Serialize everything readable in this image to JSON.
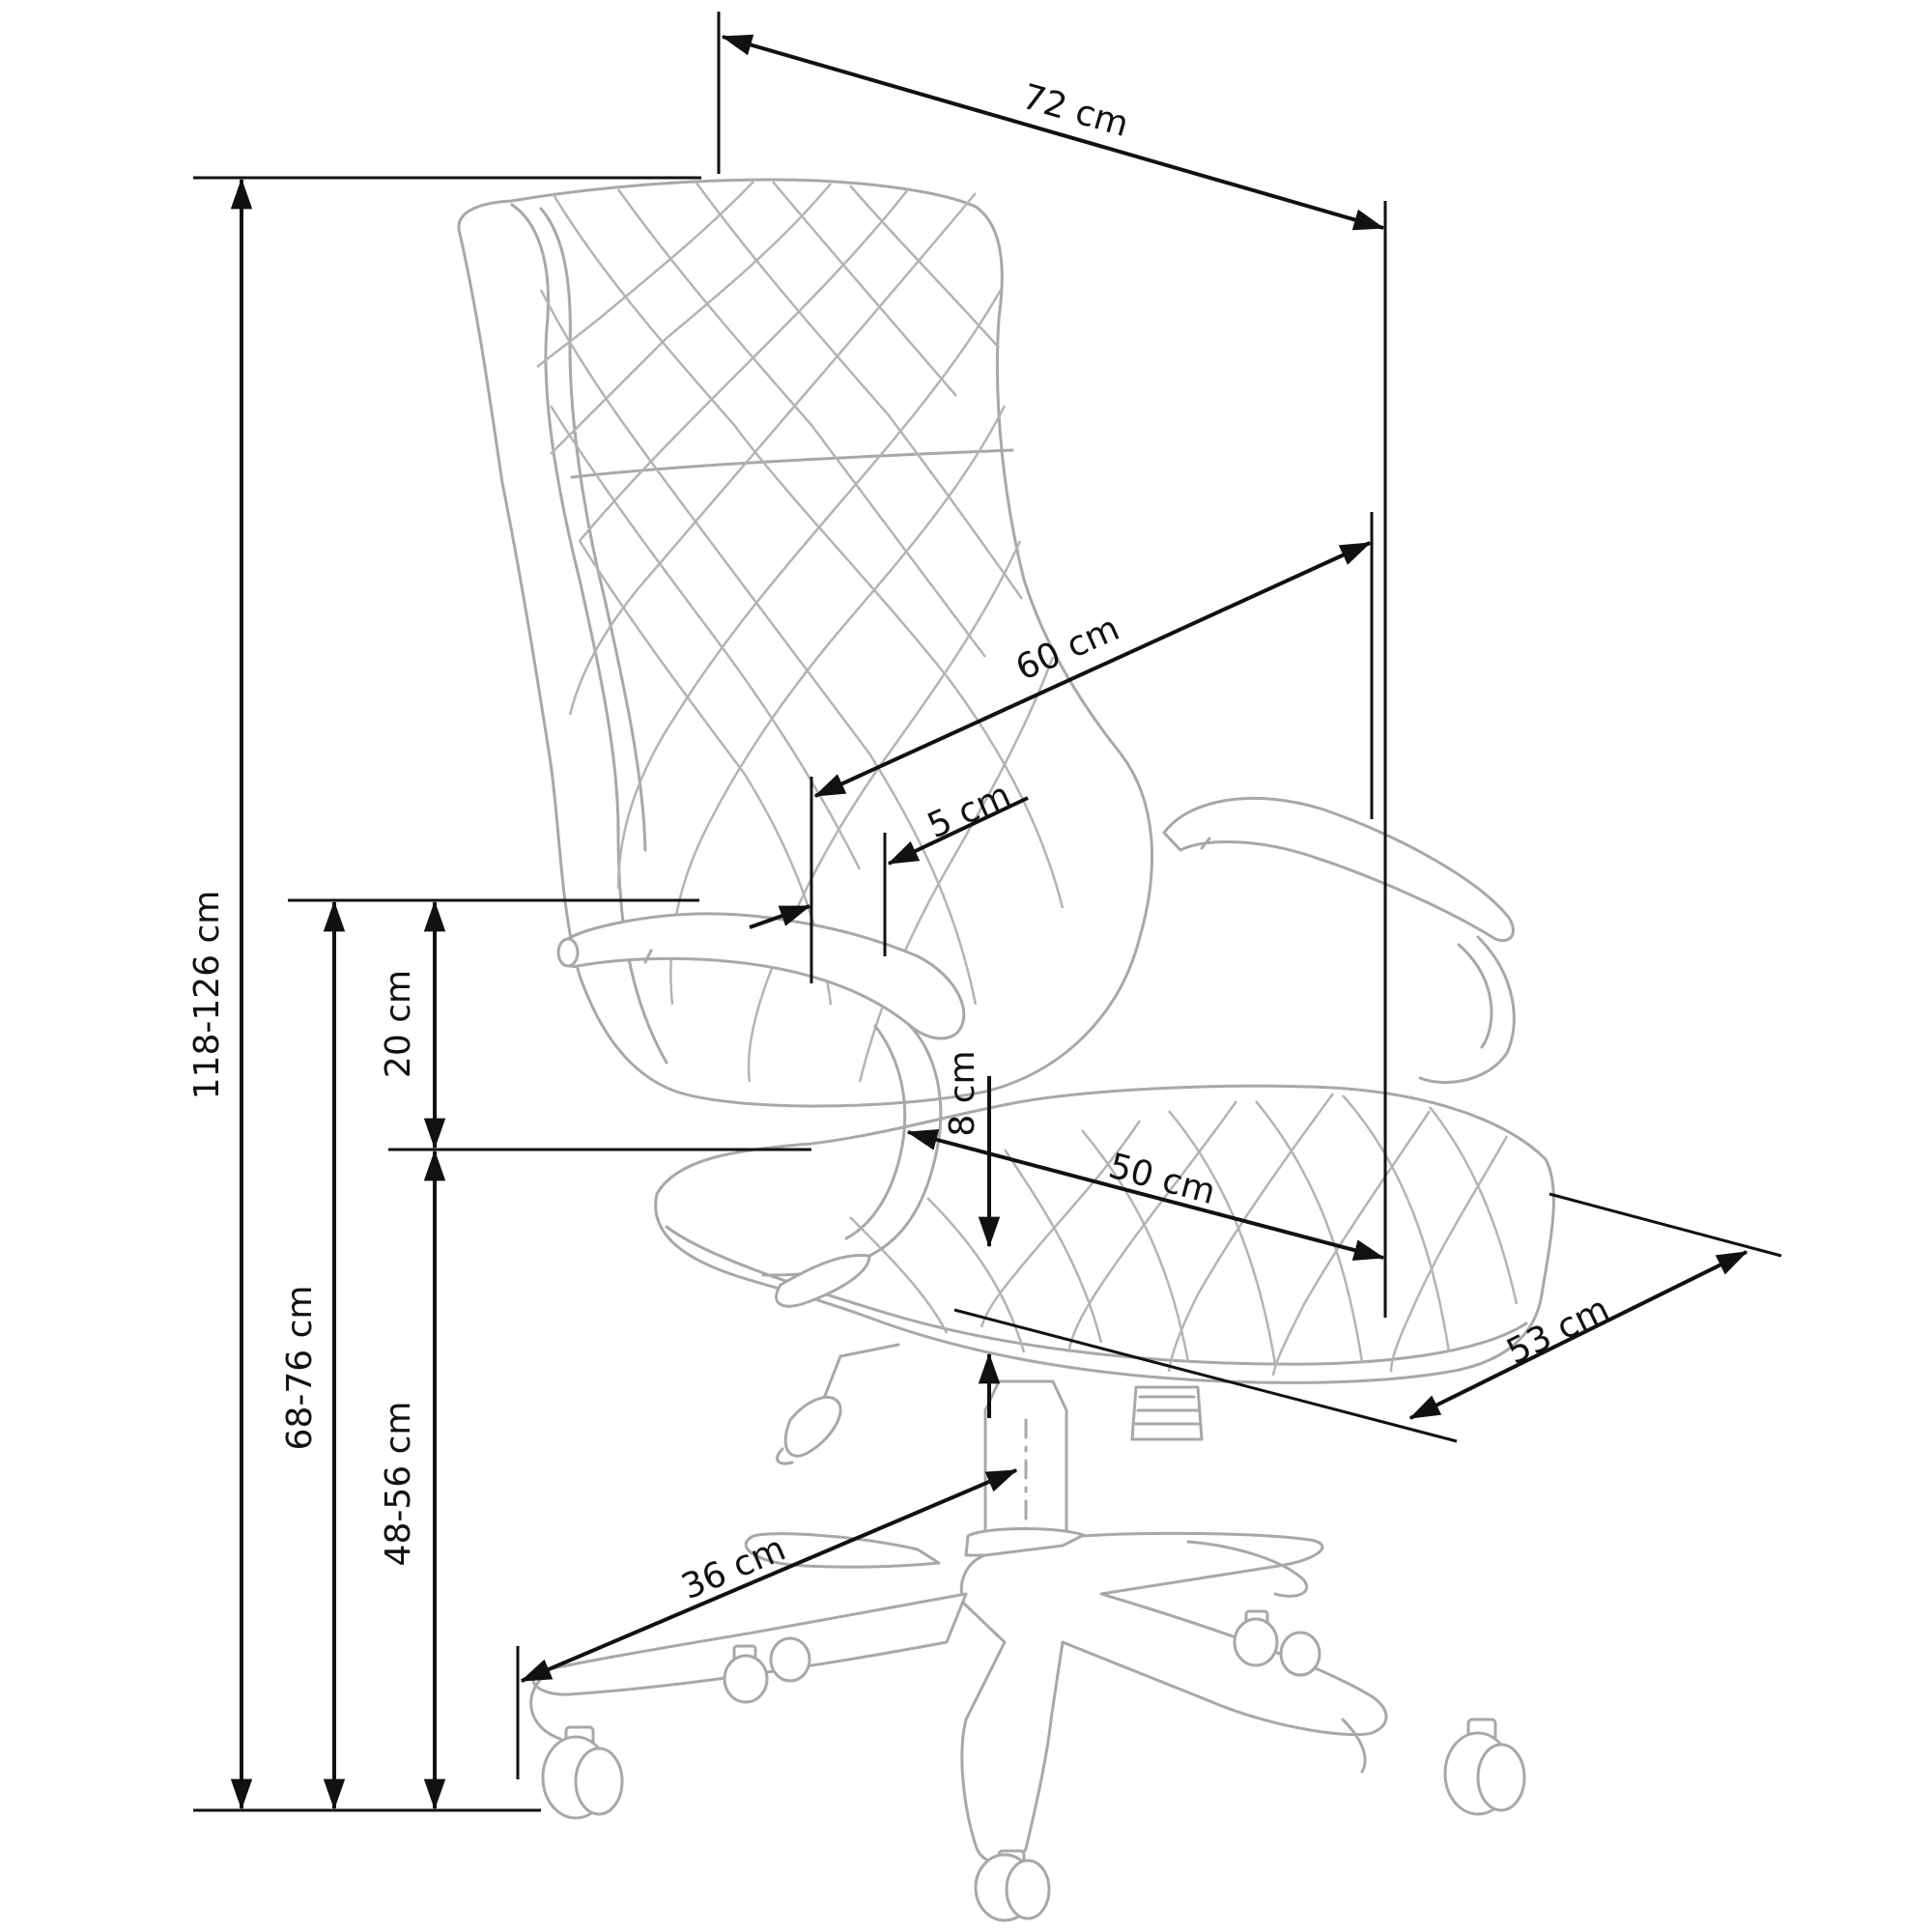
{
  "dimensions": {
    "total_height": "118-126 cm",
    "armrest_height": "68-76 cm",
    "seat_height": "48-56 cm",
    "armrest_above_seat": "20 cm",
    "total_width": "72 cm",
    "backrest_width": "60 cm",
    "armrest_width": "5 cm",
    "seat_thickness": "8 cm",
    "seat_width": "50 cm",
    "seat_depth": "53 cm",
    "base_radius": "36 cm"
  },
  "colors": {
    "dimension_lines": "#111111",
    "chair_outline": "#a8a8a8"
  }
}
